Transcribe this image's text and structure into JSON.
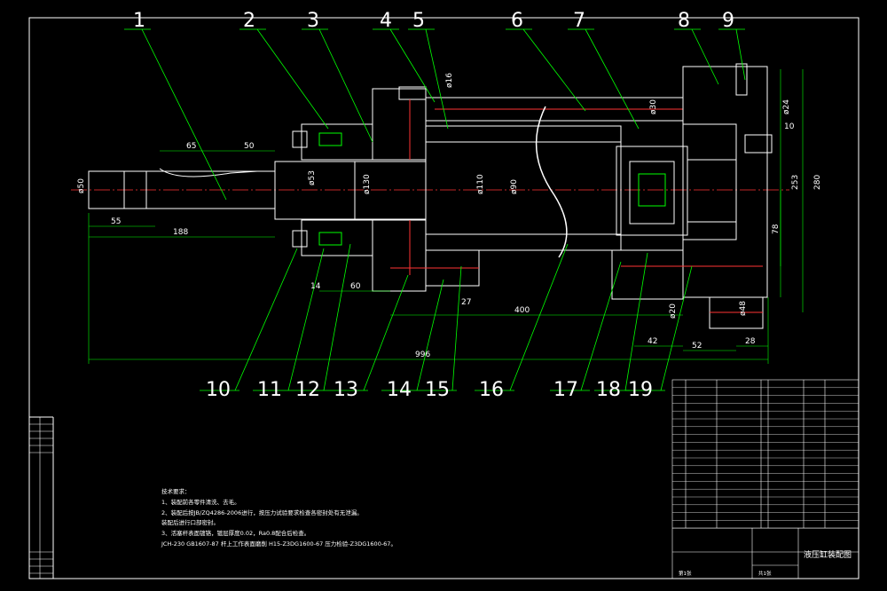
{
  "drawing": {
    "title": "液压缸装配图",
    "part_numbers": [
      "1",
      "2",
      "3",
      "4",
      "5",
      "6",
      "7",
      "8",
      "9",
      "10",
      "11",
      "12",
      "13",
      "14",
      "15",
      "16",
      "17",
      "18",
      "19"
    ],
    "dimensions": {
      "d50": "ø50",
      "l55": "55",
      "l188": "188",
      "l65": "65",
      "l50": "50",
      "l996": "996",
      "l60": "60",
      "l14": "14",
      "l27": "27",
      "l400": "400",
      "l42": "42",
      "l52": "52",
      "l28": "28",
      "l10": "10",
      "h253": "253",
      "h280": "280",
      "h78": "78",
      "d16": "ø16",
      "d30": "ø30",
      "d24": "ø24",
      "d90": "ø90",
      "d130": "ø130",
      "d20": "ø20",
      "d48": "ø48",
      "d53": "ø53",
      "d110": "ø110"
    },
    "notes": {
      "heading": "技术要求：",
      "lines": [
        "1、装配前各零件清洗、去毛。",
        "2、装配后按JB/ZQ4286-2006进行，按压力试验要求检查各密封处有无泄漏。",
        "装配后进行口部密封。",
        "3、活塞杆表面镀铬，镀层厚度0.02，Ra0.8配合后检查。",
        "JCH-230 GB1607-87 杆上工作表面磨削 H15-Z3DG1600-67 压力检验-Z3DG1600-67。"
      ]
    },
    "title_block": {
      "title": "液压缸装配图",
      "sheet": "第1张",
      "total": "共1张"
    }
  }
}
